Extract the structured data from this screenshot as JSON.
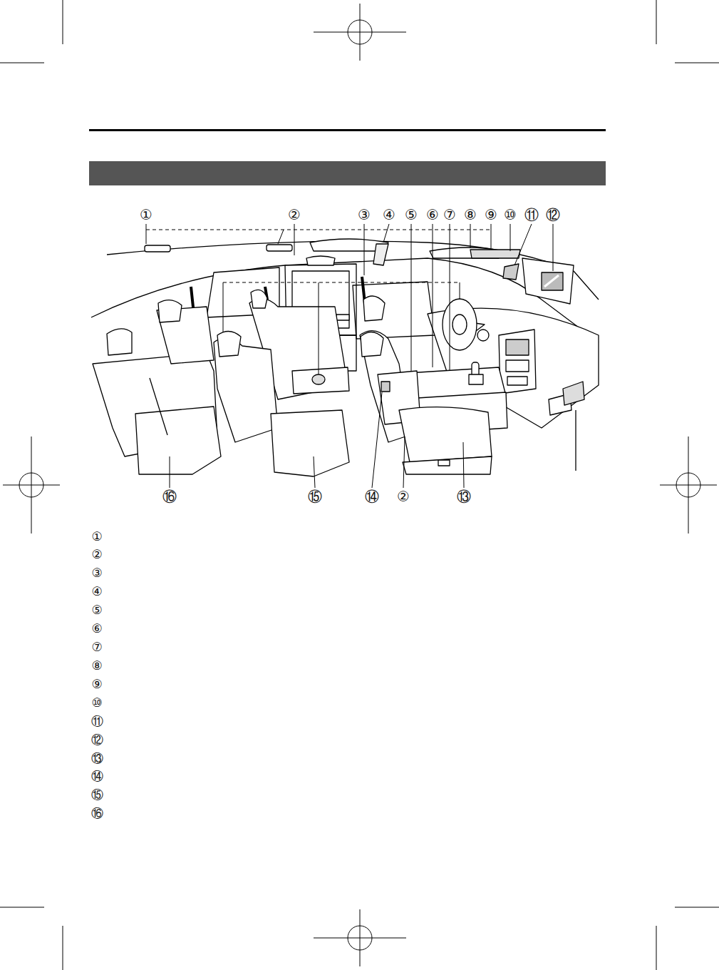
{
  "diagram": {
    "labels": [
      "①",
      "②",
      "③",
      "④",
      "⑤",
      "⑥",
      "⑦",
      "⑧",
      "⑨",
      "⑩",
      "⑪",
      "⑫",
      "⑯",
      "⑮",
      "⑭",
      "②",
      "⑬",
      "①",
      "②",
      "③",
      "④",
      "⑤",
      "⑥",
      "⑦",
      "⑧",
      "⑨",
      "⑩",
      "⑪",
      "⑫",
      "⑬",
      "⑭",
      "⑮",
      "⑯"
    ]
  }
}
